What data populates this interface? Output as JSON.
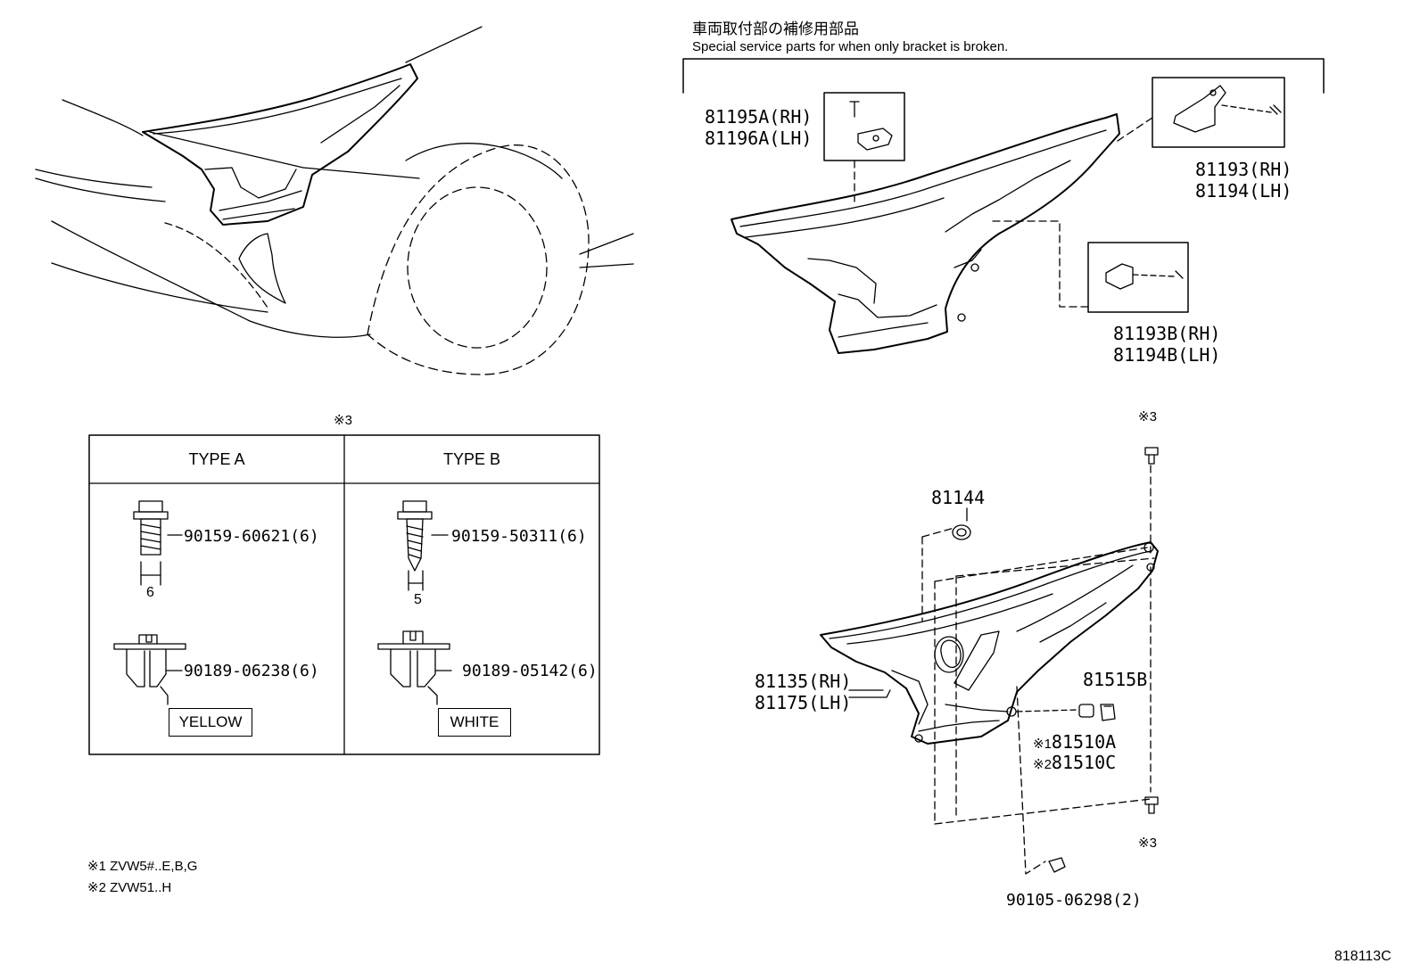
{
  "special_service": {
    "title_jp": "車両取付部の補修用部品",
    "title_en": "Special service parts for when only bracket is broken."
  },
  "callouts": {
    "p81195": [
      "81195A(RH)",
      "81196A(LH)"
    ],
    "p81193": [
      "81193(RH)",
      "81194(LH)"
    ],
    "p81193b": [
      "81193B(RH)",
      "81194B(LH)"
    ],
    "p81144": "81144",
    "p81135": [
      "81135(RH)",
      "81175(LH)"
    ],
    "p81515b": "81515B",
    "p81510": [
      {
        "mark": "※1",
        "code": "81510A"
      },
      {
        "mark": "※2",
        "code": "81510C"
      }
    ],
    "p90105": "90105-06298(2)",
    "mark3_top": "※3",
    "mark3_bottom": "※3"
  },
  "fastener_table": {
    "mark": "※3",
    "type_a": {
      "header": "TYPE A",
      "bolt": "90159-60621(6)",
      "bolt_dim": "6",
      "clip": "90189-06238(6)",
      "color": "YELLOW"
    },
    "type_b": {
      "header": "TYPE B",
      "bolt": "90159-50311(6)",
      "bolt_dim": "5",
      "clip": "90189-05142(6)",
      "color": "WHITE"
    }
  },
  "notes": [
    "※1 ZVW5#..E,B,G",
    "※2 ZVW51..H"
  ],
  "figure_id": "818113C"
}
